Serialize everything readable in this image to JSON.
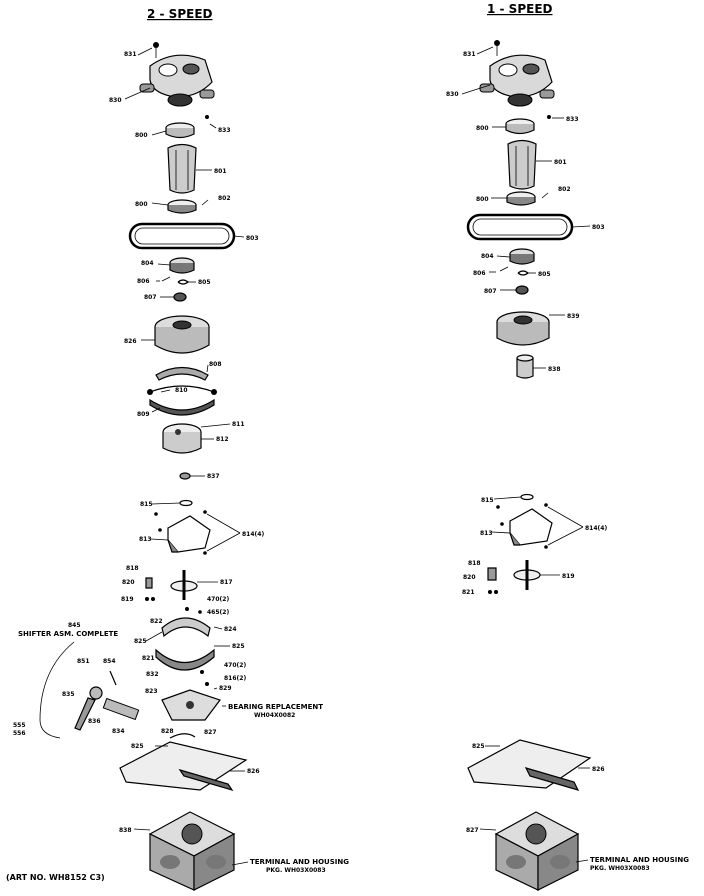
{
  "headers": {
    "left": "2 - SPEED",
    "right": "1 - SPEED"
  },
  "left_labels": {
    "l831": "831",
    "l830": "830",
    "l833": "833",
    "l800a": "800",
    "l801": "801",
    "l800b": "800",
    "l802": "802",
    "l803": "803",
    "l804": "804",
    "l806": "806",
    "l805": "805",
    "l807": "807",
    "l826": "826",
    "l808": "808",
    "l810": "810",
    "l809": "809",
    "l811": "811",
    "l812": "812",
    "l837": "837",
    "l815": "815",
    "l813": "813",
    "l814": "814(4)",
    "l818": "818",
    "l820": "820",
    "l817": "817",
    "l819": "819",
    "l470a": "470(2)",
    "l465": "465(2)",
    "l822": "822",
    "l824": "824",
    "l825a": "825",
    "l825b": "825",
    "l821": "821",
    "l470b": "470(2)",
    "l832": "832",
    "l816": "816(2)",
    "l823": "823",
    "l829": "829",
    "l835": "835",
    "l836": "836",
    "l834": "834",
    "l827": "827",
    "l828": "828",
    "l555": "555",
    "l556": "556",
    "l825c": "825",
    "l826b": "826",
    "l838": "838",
    "l851": "851",
    "l854": "854"
  },
  "right_labels": {
    "r831": "831",
    "r830": "830",
    "r833": "833",
    "r800a": "800",
    "r801": "801",
    "r800b": "800",
    "r802": "802",
    "r803": "803",
    "r804": "804",
    "r806": "806",
    "r805": "805",
    "r807": "807",
    "r839": "839",
    "r838": "838",
    "r815": "815",
    "r813": "813",
    "r814": "814(4)",
    "r818": "818",
    "r820": "820",
    "r819": "819",
    "r821": "821",
    "r825": "825",
    "r826": "826",
    "r827": "827"
  },
  "shifter": {
    "number": "845",
    "label": "SHIFTER ASM. COMPLETE"
  },
  "bearing": {
    "label": "BEARING REPLACEMENT",
    "part": "WH04X0082"
  },
  "terminal_left": {
    "line1": "TERMINAL AND HOUSING",
    "line2": "PKG. WH03X0083"
  },
  "terminal_right": {
    "line1": "TERMINAL AND HOUSING",
    "line2": "PKG. WH03X0083"
  },
  "art_no": "(ART NO. WH8152 C3)"
}
